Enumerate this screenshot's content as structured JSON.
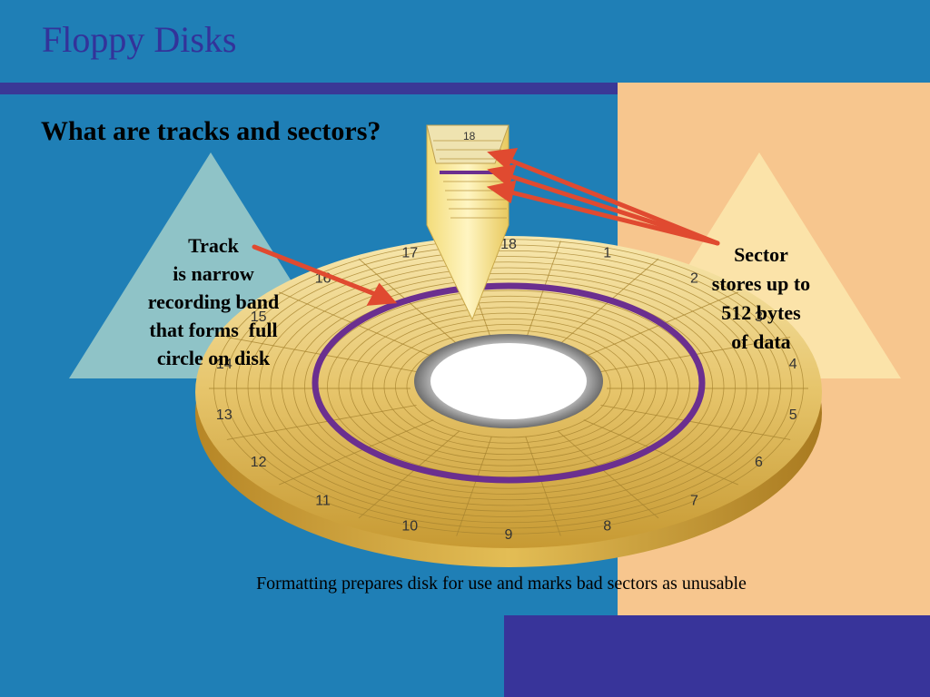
{
  "title": "Floppy Disks",
  "question": "What are tracks and sectors?",
  "track_callout": {
    "lines": [
      "Track",
      "is narrow",
      "recording band",
      "that forms  full",
      "circle on disk"
    ]
  },
  "sector_callout": {
    "lines": [
      "Sector",
      "stores up to",
      "512 bytes",
      "of data"
    ]
  },
  "footer": "Formatting prepares disk for use and marks bad sectors as unusable",
  "sector_numbers": [
    "1",
    "2",
    "3",
    "4",
    "5",
    "6",
    "7",
    "8",
    "9",
    "10",
    "11",
    "12",
    "13",
    "14",
    "15",
    "16",
    "17",
    "18"
  ],
  "colors": {
    "background": "#1f7fb6",
    "accent_bar": "#3a3896",
    "title": "#33339a",
    "peach_panel": "#f7c68e",
    "disk_gold": "#e2bf5e",
    "track_ring": "#6b2f8f",
    "arrow": "#e04a30"
  }
}
